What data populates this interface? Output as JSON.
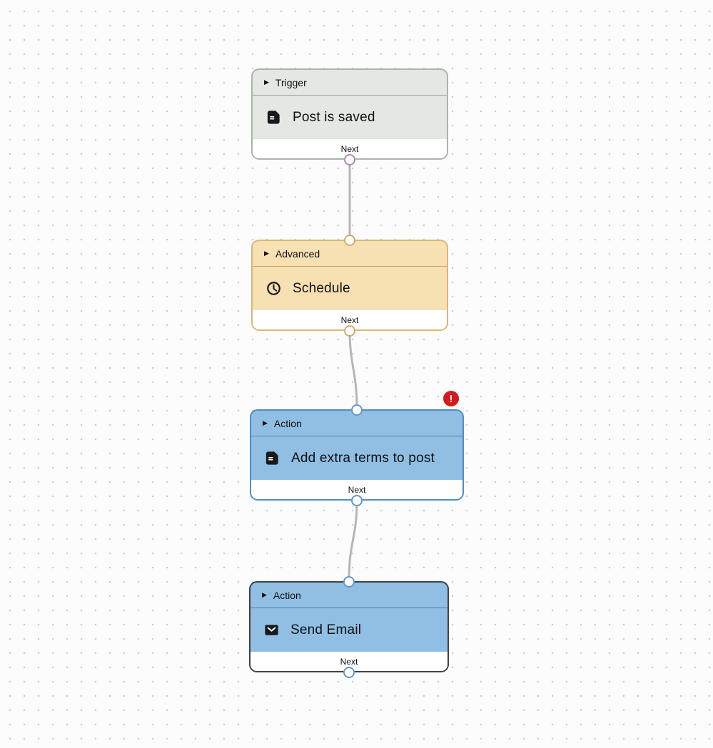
{
  "canvas": {
    "background_color": "#fcfcfc",
    "dot_color": "#cccccc",
    "connector_color": "#b6b6ba"
  },
  "icons": {
    "collapse_arrow": "▶",
    "error_glyph": "!"
  },
  "error_badge": {
    "color": "#d6181f",
    "attached_to": "Add extra terms to post"
  },
  "nodes": [
    {
      "category": "Trigger",
      "label": "Post is saved",
      "icon": "document-icon",
      "footer_label": "Next",
      "has_error": false,
      "selected": false,
      "colors": {
        "fill": "#e4e8e3",
        "border": "#aab5aa",
        "divider": "#96a096",
        "port": "#b08ab5"
      }
    },
    {
      "category": "Advanced",
      "label": "Schedule",
      "icon": "clock-icon",
      "footer_label": "Next",
      "has_error": false,
      "selected": false,
      "colors": {
        "fill": "#f7e0b1",
        "border": "#d9b777",
        "divider": "#c9a365",
        "port": "#d2aa6f"
      }
    },
    {
      "category": "Action",
      "label": "Add extra terms to post",
      "icon": "document-icon",
      "footer_label": "Next",
      "has_error": true,
      "selected": false,
      "colors": {
        "fill": "#90bfe3",
        "border": "#4f8ec3",
        "divider": "#4a80ab",
        "port": "#6398cb"
      }
    },
    {
      "category": "Action",
      "label": "Send Email",
      "icon": "mail-icon",
      "footer_label": "Next",
      "has_error": false,
      "selected": true,
      "colors": {
        "fill": "#90bfe3",
        "border": "#3e4349",
        "divider": "#4a80ab",
        "port": "#6398cb"
      }
    }
  ]
}
